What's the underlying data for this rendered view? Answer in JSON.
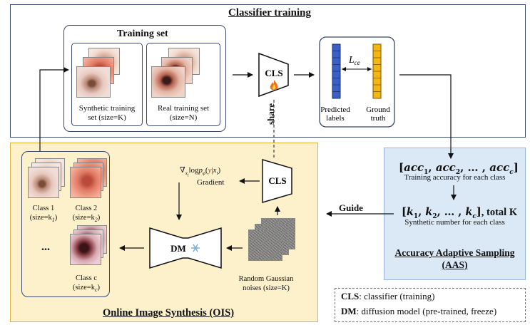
{
  "classifier_training": {
    "title": "Classifier training",
    "training_set": {
      "title": "Training set",
      "synthetic_line1": "Synthetic training",
      "synthetic_line2": "set (size=K)",
      "real_line1": "Real training set",
      "real_line2": "(size=N)"
    },
    "cls_label": "CLS",
    "loss_label": "L",
    "loss_sub": "ce",
    "predicted_line1": "Predicted",
    "predicted_line2": "labels",
    "ground_line1": "Ground",
    "ground_line2": "truth"
  },
  "share_label": "share",
  "ois": {
    "title": "Online Image Synthesis (OIS)",
    "cls_label": "CLS",
    "dm_label": "DM",
    "gradient_label": "Gradient",
    "class1_line1": "Class 1",
    "class1_line2": "(size=k",
    "class1_sub": "1",
    "class2_line1": "Class 2",
    "class2_line2": "(size=k",
    "class2_sub": "2",
    "ellipsis": "...",
    "classc_line1": "Class c",
    "classc_line2": "(size=k",
    "classc_sub": "c",
    "noise_line1": "Random Gaussian",
    "noise_line2": "noises (size=K)"
  },
  "guide_label": "Guide",
  "aas": {
    "acc_caption": "Training accuracy for each class",
    "k_total": ", total K",
    "k_caption": "Synthetic number for each class",
    "title_line1": "Accuracy Adaptive Sampling",
    "title_line2": "(AAS)"
  },
  "legend": {
    "cls_key": "CLS",
    "cls_desc": ": classifier (training)",
    "dm_key": "DM",
    "dm_desc": ": diffusion model (pre-trained, freeze)"
  },
  "colors": {
    "classifier_border": "#3b4a6b",
    "ois_fill": "#fdf1cc",
    "ois_border": "#e0b53c",
    "aas_fill": "#dbe8f6",
    "aas_border": "#9ab6d8",
    "predicted_bar": "#3a5fc8",
    "ground_bar": "#f2b714",
    "gradient_y": "#c0392b"
  },
  "icons": [
    "fire-icon",
    "snowflake-icon"
  ]
}
